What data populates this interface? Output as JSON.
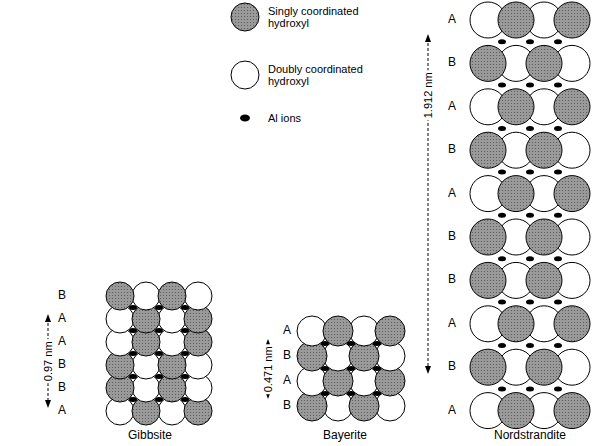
{
  "diagram": {
    "labels": [
      "B",
      "A",
      "A",
      "B",
      "B",
      "A",
      "0.97 nm",
      "A",
      "B",
      "A",
      "B",
      "0.471 nm",
      "A",
      "B",
      "A",
      "B",
      "A",
      "B",
      "B",
      "A",
      "B",
      "A",
      "1.912 nm",
      "Gibbsite",
      "Bayerite",
      "Nordstrandite"
    ],
    "legend": [
      {
        "text": "Singly coordinated hydroxyl",
        "color": "#9a9a9a"
      },
      {
        "text": "Doubly coordinated hydroxyl",
        "color": "#ffffff"
      },
      {
        "text": "Al ions",
        "color": "#000000"
      }
    ]
  }
}
